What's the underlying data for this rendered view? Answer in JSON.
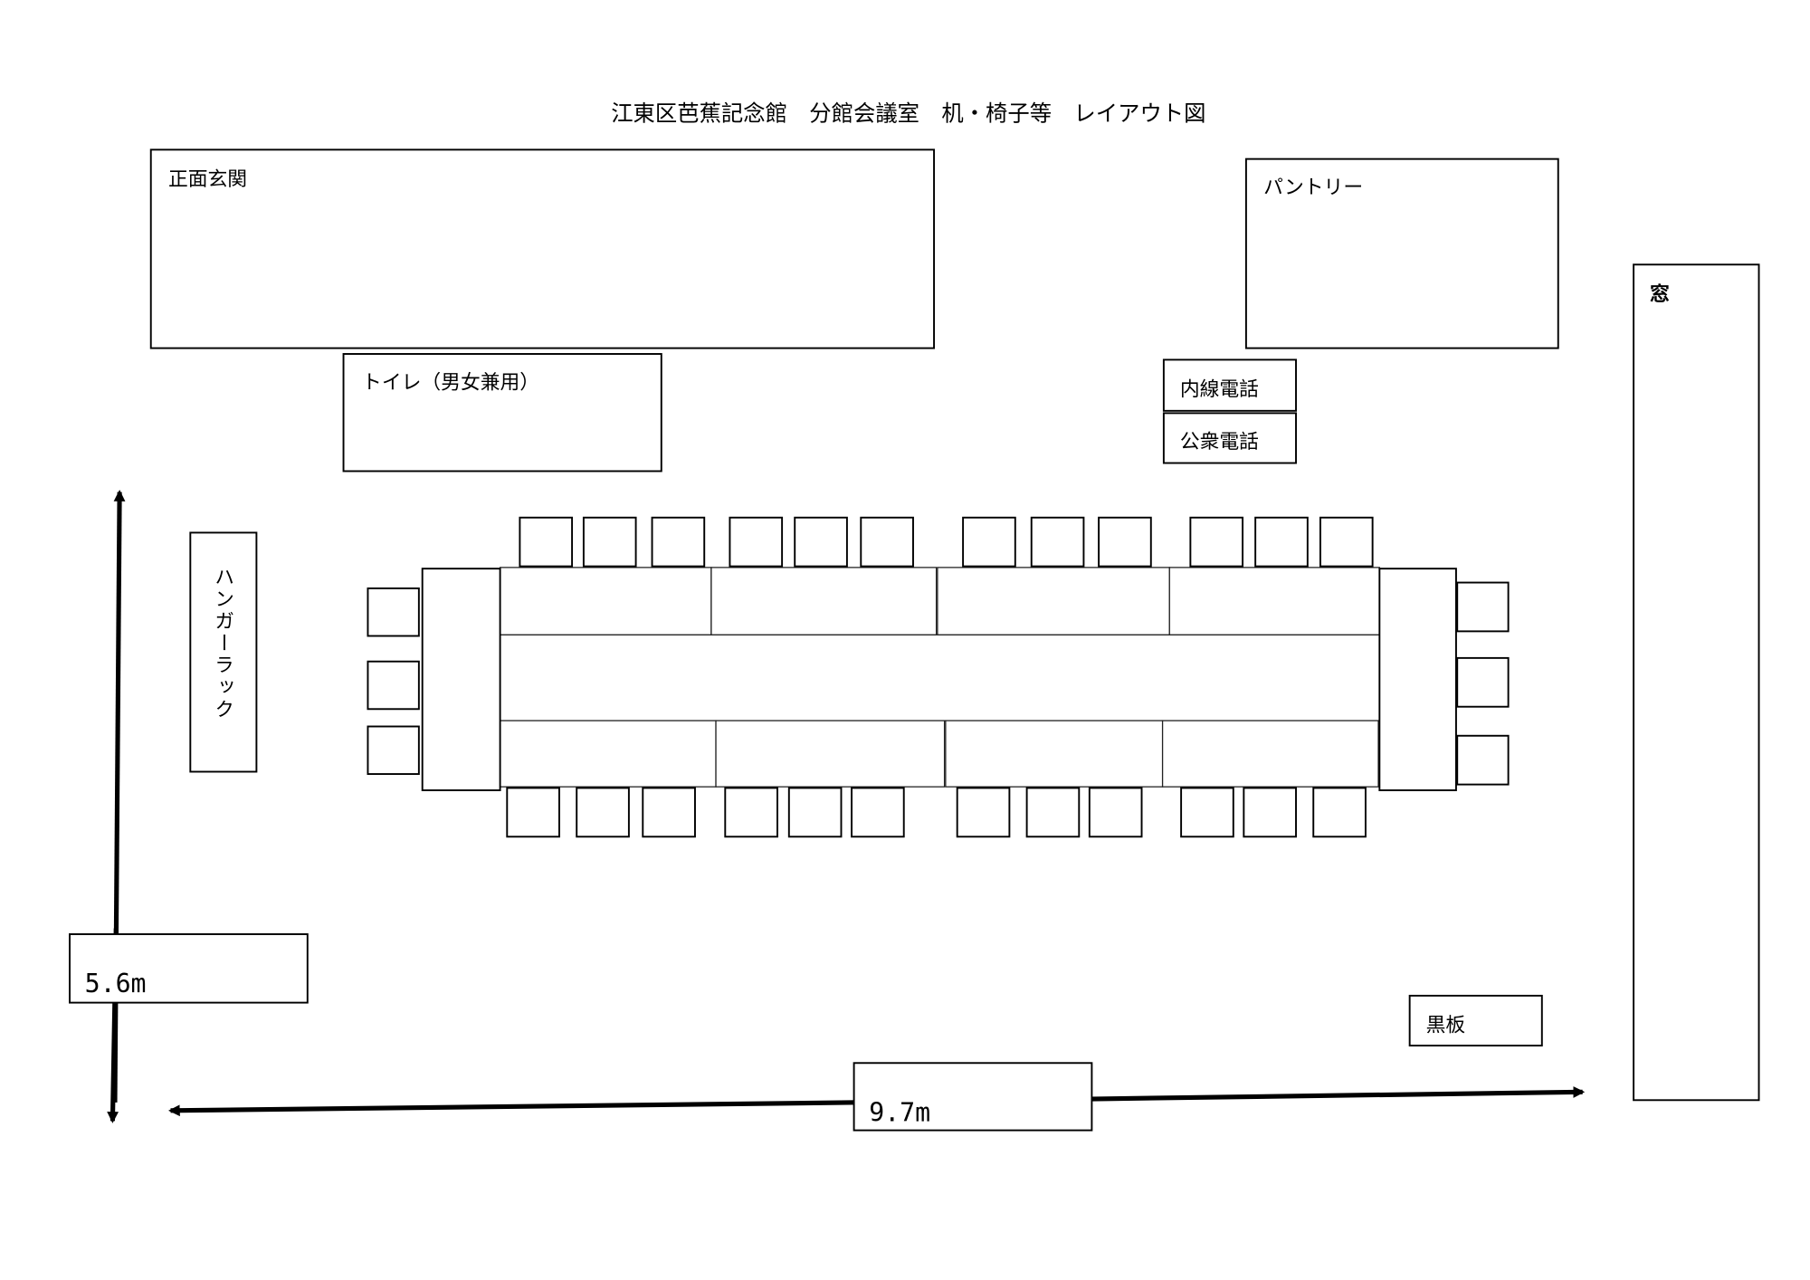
{
  "title": "江東区芭蕉記念館　分館会議室　机・椅子等　レイアウト図",
  "rooms": {
    "entrance": "正面玄関",
    "pantry": "パントリー",
    "window": "窓",
    "toilet": "トイレ（男女兼用）",
    "extension_phone": "内線電話",
    "public_phone": "公衆電話",
    "hanger_rack": "ハンガーラック",
    "blackboard": "黒板"
  },
  "dimensions": {
    "depth": "5.6m",
    "width": "9.7m"
  },
  "counts": {
    "tables": 10,
    "chairs": 30
  }
}
